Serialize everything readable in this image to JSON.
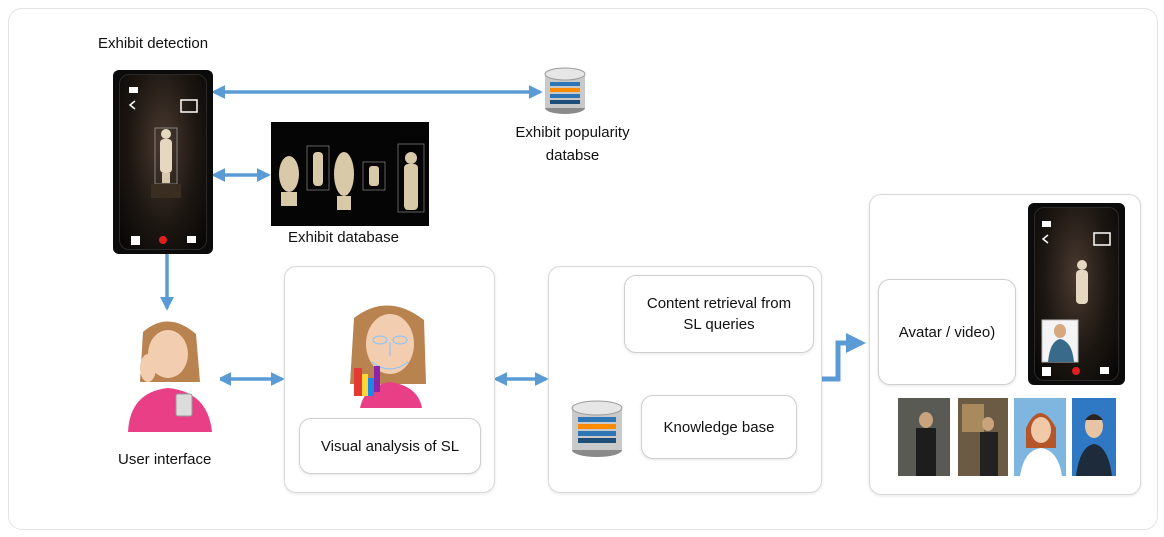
{
  "labels": {
    "exhibit_detection": "Exhibit detection",
    "exhibit_popularity_line1": "Exhibit popularity",
    "exhibit_popularity_line2": "databse",
    "exhibit_database": "Exhibit database",
    "user_interface": "User interface",
    "visual_analysis": "Visual analysis of SL",
    "content_retrieval_line1": "Content retrieval from",
    "content_retrieval_line2": "SL queries",
    "knowledge_base": "Knowledge base",
    "avatar_video": "Avatar / video)"
  },
  "colors": {
    "arrow": "#5b9bd5",
    "box_border": "#d9d9d9"
  },
  "icons": [
    "database-icon",
    "camera-icon",
    "back-chevron-icon",
    "record-button-icon"
  ]
}
